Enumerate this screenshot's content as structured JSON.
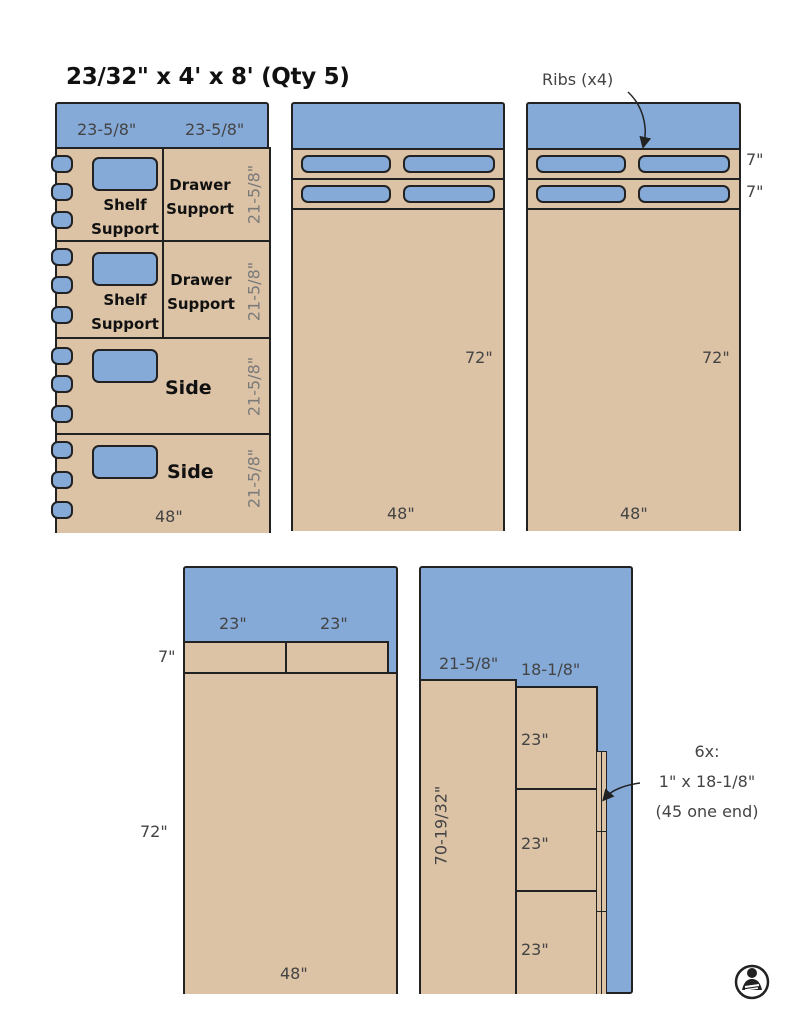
{
  "title": "23/32\" x 4' x 8' (Qty 5)",
  "sheet1": {
    "top_dims": [
      "23-5/8\"",
      "23-5/8\""
    ],
    "pieces": [
      {
        "label1": "Shelf",
        "label2": "Support"
      },
      {
        "label1": "Drawer",
        "label2": "Support",
        "dim": "21-5/8\""
      },
      {
        "label1": "Shelf",
        "label2": "Support"
      },
      {
        "label1": "Drawer",
        "label2": "Support",
        "dim": "21-5/8\""
      },
      {
        "label1": "Side",
        "dim": "21-5/8\""
      },
      {
        "label1": "Side",
        "dim": "21-5/8\""
      }
    ],
    "width_dim": "48\""
  },
  "sheet2": {
    "height_dim": "72\"",
    "width_dim": "48\""
  },
  "sheet3": {
    "callout": "Ribs (x4)",
    "rib_dims": [
      "7\"",
      "7\""
    ],
    "height_dim": "72\"",
    "width_dim": "48\""
  },
  "sheet4": {
    "top_dims": [
      "23\"",
      "23\""
    ],
    "rib_dim": "7\"",
    "height_dim": "72\"",
    "width_dim": "48\""
  },
  "sheet5": {
    "tall_width": "21-5/8\"",
    "tall_height": "70-19/32\"",
    "shelf_width": "18-1/8\"",
    "shelf_dims": [
      "23\"",
      "23\"",
      "23\""
    ],
    "callout_lines": [
      "6x:",
      "1\" x 18-1/8\"",
      "(45 one end)"
    ]
  },
  "logo": {
    "icon": "woodworker-logo-icon"
  }
}
